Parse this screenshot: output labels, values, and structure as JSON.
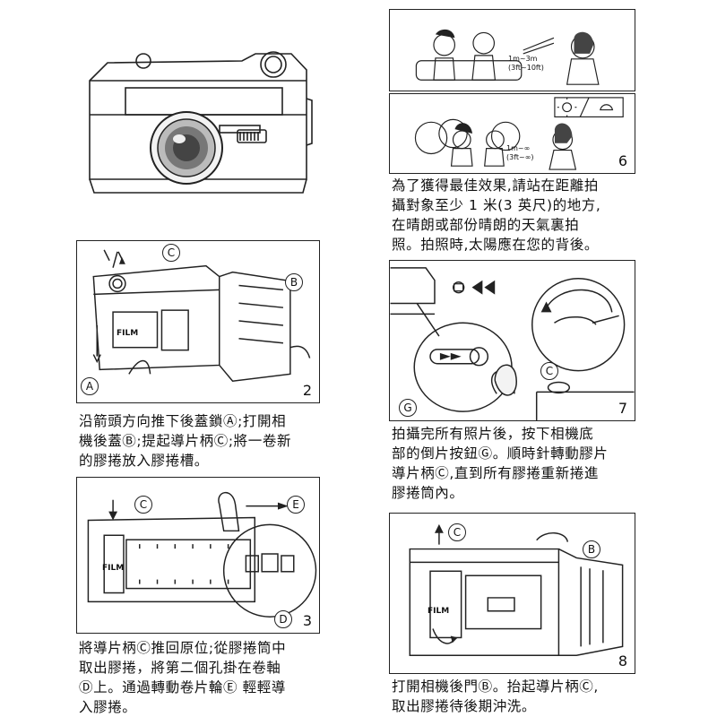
{
  "panels": {
    "p2": {
      "num": "2",
      "labels": {
        "a": "A",
        "b": "B",
        "c": "C"
      },
      "film": "FILM"
    },
    "p3": {
      "num": "3",
      "labels": {
        "c": "C",
        "d": "D",
        "e": "E"
      },
      "film": "FILM"
    },
    "p6": {
      "num": "6",
      "dist1": "1m~3m",
      "dist1b": "(3ft~10ft)",
      "dist2": "1m~∞",
      "dist2b": "(3ft~∞)"
    },
    "p7": {
      "num": "7",
      "labels": {
        "c": "C",
        "g": "G"
      }
    },
    "p8": {
      "num": "8",
      "labels": {
        "b": "B",
        "c": "C"
      },
      "film": "FILM"
    }
  },
  "captions": {
    "c2": [
      "沿箭頭方向推下後蓋鎖Ⓐ;打開相",
      "機後蓋Ⓑ;提起導片柄Ⓒ;將一卷新",
      "的膠捲放入膠捲槽。"
    ],
    "c3": [
      "將導片柄Ⓒ推回原位;從膠捲筒中",
      "取出膠捲，將第二個孔掛在卷軸",
      "Ⓓ上。通過轉動卷片輪Ⓔ 輕輕導",
      "入膠捲。"
    ],
    "c6": [
      "為了獲得最佳效果,請站在距離拍",
      "攝對象至少 1 米(3 英尺)的地方,",
      "在晴朗或部份晴朗的天氣裏拍",
      "照。拍照時,太陽應在您的背後。"
    ],
    "c7": [
      "拍攝完所有照片後，按下相機底",
      "部的倒片按鈕Ⓖ。順時針轉動膠片",
      "導片柄Ⓒ,直到所有膠捲重新捲進",
      "膠捲筒內。"
    ],
    "c8": [
      "打開相機後門Ⓑ。抬起導片柄Ⓒ,",
      "取出膠捲待後期沖洗。"
    ]
  }
}
